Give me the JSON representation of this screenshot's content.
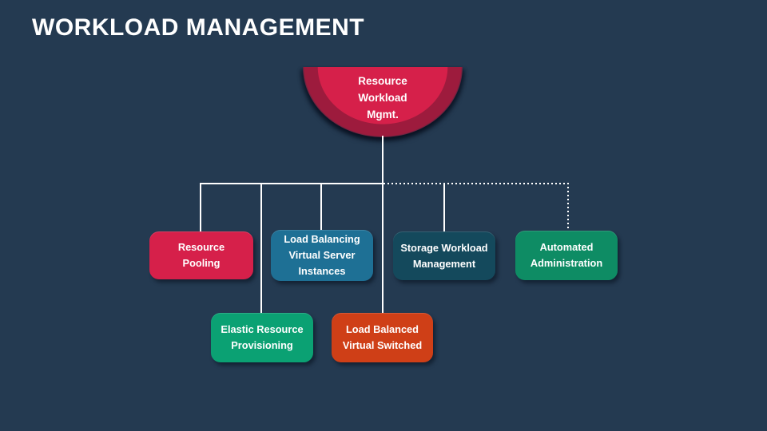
{
  "slide": {
    "title": "WORKLOAD MANAGEMENT",
    "background_color": "#243A51",
    "title_color": "#FFFFFF"
  },
  "diagram": {
    "root": {
      "label": "Resource\nWorkload\nMgmt.",
      "shape": "semicircle",
      "color": "#D6204A",
      "rim_color": "#9D1B3D"
    },
    "connector_color": "#FFFFFF",
    "dashed_branch_target": "automated-administration",
    "nodes": [
      {
        "id": "resource-pooling",
        "label": "Resource\nPooling",
        "color": "#D6204A",
        "row": 1
      },
      {
        "id": "load-balancing-virtual-server-instances",
        "label": "Load Balancing\nVirtual Server\nInstances",
        "color": "#1E7095",
        "row": 1
      },
      {
        "id": "storage-workload-management",
        "label": "Storage Workload\nManagement",
        "color": "#14495C",
        "row": 1
      },
      {
        "id": "automated-administration",
        "label": "Automated\nAdministration",
        "color": "#0E8C64",
        "row": 1
      },
      {
        "id": "elastic-resource-provisioning",
        "label": "Elastic Resource\nProvisioning",
        "color": "#0BA173",
        "row": 2
      },
      {
        "id": "load-balanced-virtual-switched",
        "label": "Load Balanced\nVirtual Switched",
        "color": "#CF3F17",
        "row": 2
      }
    ]
  }
}
